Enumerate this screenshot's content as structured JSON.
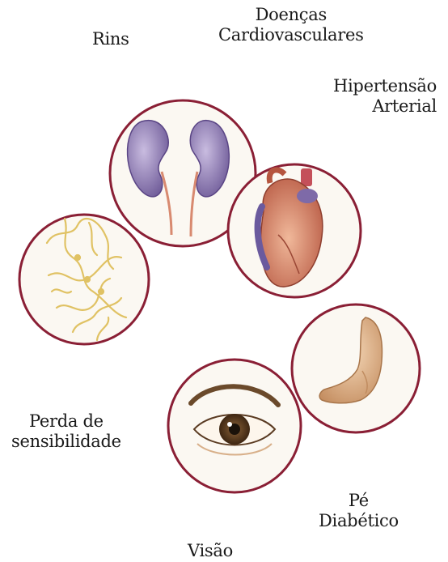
{
  "labels": {
    "rins": "Rins",
    "doencas": [
      "Doenças",
      "Cardiovasculares"
    ],
    "hipertensao": [
      "Hipertensão",
      "Arterial"
    ],
    "perda": [
      "Perda de",
      "sensibilidade"
    ],
    "pe": [
      "Pé",
      "Diabético"
    ],
    "visao": "Visão"
  },
  "colors": {
    "circle_stroke": "#8a1f35",
    "kidney": "#7e6aa8",
    "heart": "#c8715e",
    "nerve": "#e0c264",
    "skin": "#e3b88f",
    "iris": "#5a3b22"
  },
  "icons": [
    "nerve-icon",
    "kidney-icon",
    "heart-icon",
    "eye-icon",
    "foot-icon"
  ]
}
